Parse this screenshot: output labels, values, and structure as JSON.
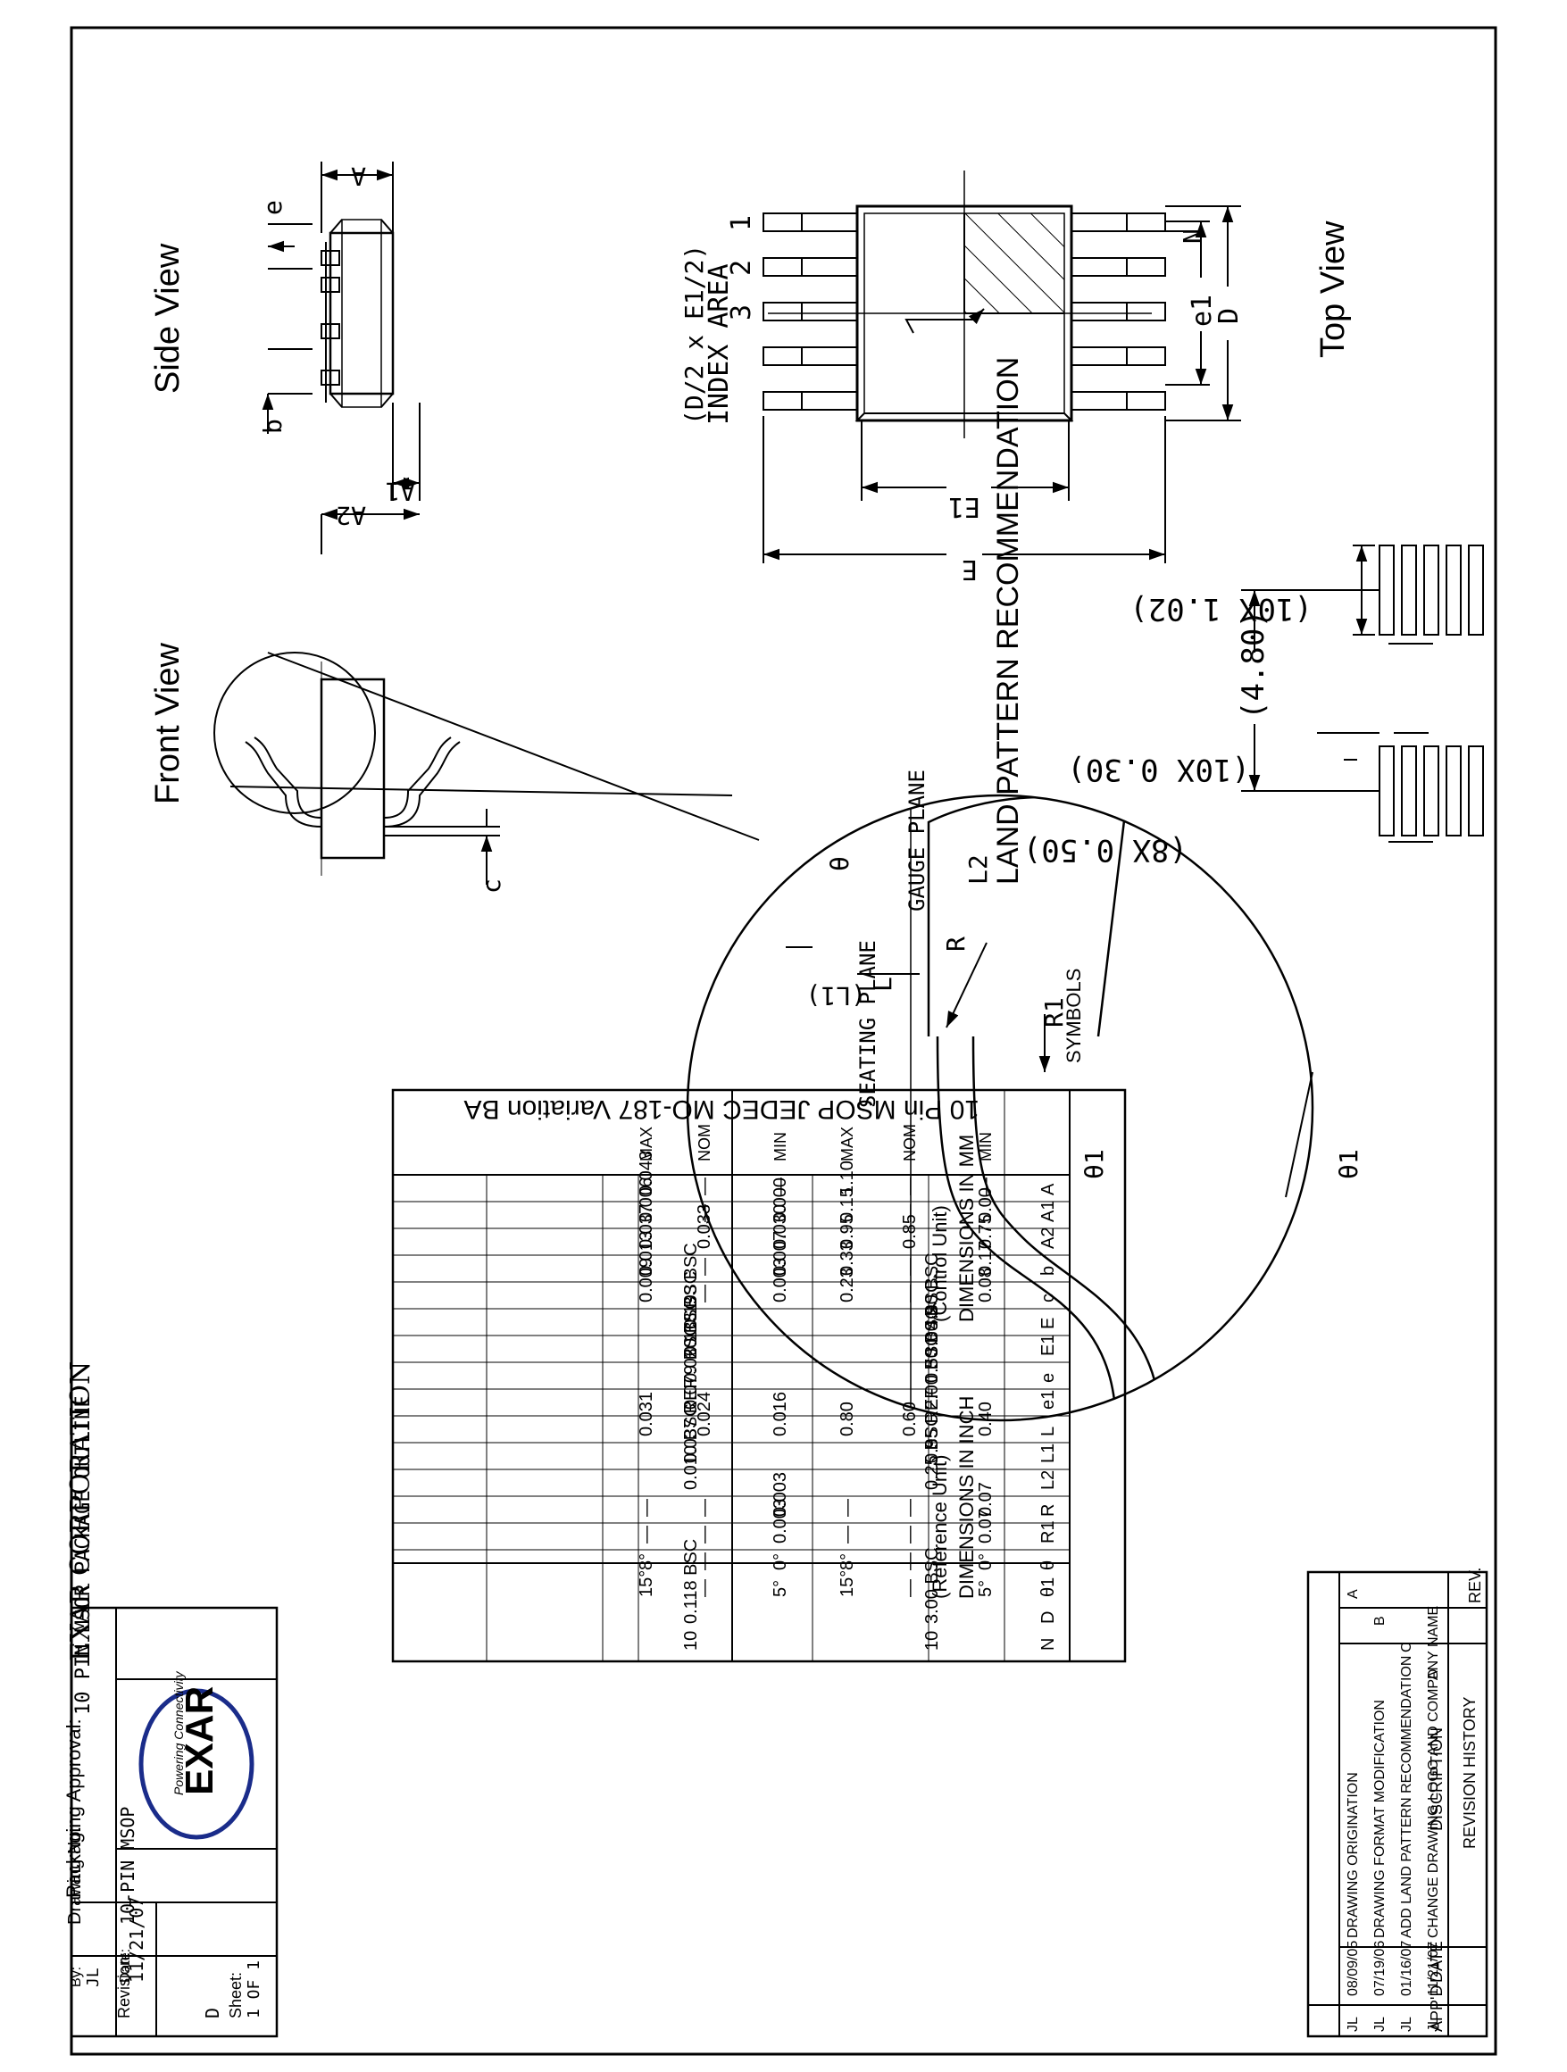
{
  "top_view": {
    "title": "Top View",
    "labels": {
      "N": "N",
      "D": "D",
      "e1": "e1",
      "E1": "E1",
      "E": "E"
    },
    "pins": [
      "1",
      "2",
      "3"
    ],
    "index_area": "INDEX AREA",
    "index_area_dims": "(D/2 x E1/2)"
  },
  "side_view": {
    "title": "Side View",
    "labels": {
      "A": "A",
      "e": "e",
      "b": "b",
      "A1": "A1",
      "A2": "A2"
    }
  },
  "land_pattern": {
    "title": "LAND PATTERN RECOMMENDATION",
    "pad_length": "(10X 1.02)",
    "pad_width": "(10X 0.30)",
    "pitch": "(8X 0.50)",
    "span": "(4.80)"
  },
  "front_view": {
    "title": "Front View",
    "labels": {
      "c": "c",
      "theta": "θ",
      "L2": "L2",
      "R": "R",
      "R1": "R1",
      "L": "L",
      "L1": "(L1)",
      "theta1": "θ1"
    },
    "gauge_plane": "GAUGE PLANE",
    "seating_plane": "SEATING PLANE"
  },
  "dim_table": {
    "title": "10 Pin MSOP JEDEC MO-187 Variation BA",
    "symbols_header": "SYMBOLS",
    "mm_header": "DIMENSIONS IN MM",
    "mm_subheader": "(Control Unit)",
    "inch_header": "DIMENSIONS IN INCH",
    "inch_subheader": "(Reference Unit)",
    "col_headers": [
      "MIN",
      "NOM",
      "MAX",
      "MIN",
      "NOM",
      "MAX"
    ],
    "rows": [
      {
        "sym": "A",
        "mm": [
          "—",
          "—",
          "1.10"
        ],
        "inch": [
          "—",
          "—",
          "0.043"
        ]
      },
      {
        "sym": "A1",
        "mm": [
          "0.00",
          "—",
          "0.15"
        ],
        "inch": [
          "0.000",
          "—",
          "0.006"
        ]
      },
      {
        "sym": "A2",
        "mm": [
          "0.75",
          "0.85",
          "0.95"
        ],
        "inch": [
          "0.030",
          "0.033",
          "0.037"
        ]
      },
      {
        "sym": "b",
        "mm": [
          "0.17",
          "—",
          "0.33"
        ],
        "inch": [
          "0.007",
          "—",
          "0.013"
        ]
      },
      {
        "sym": "c",
        "mm": [
          "0.08",
          "—",
          "0.23"
        ],
        "inch": [
          "0.003",
          "—",
          "0.009"
        ]
      },
      {
        "sym": "E",
        "mm_span": "4.90 BSC",
        "inch_span": "0.193 BSC"
      },
      {
        "sym": "E1",
        "mm_span": "3.00 BSC",
        "inch_span": "0.118 BSC"
      },
      {
        "sym": "e",
        "mm_span": "0.50 BSC",
        "inch_span": "0.020 BSC"
      },
      {
        "sym": "e1",
        "mm_span": "2.00 BSC",
        "inch_span": "0.079 BSC"
      },
      {
        "sym": "L",
        "mm": [
          "0.40",
          "0.60",
          "0.80"
        ],
        "inch": [
          "0.016",
          "0.024",
          "0.031"
        ]
      },
      {
        "sym": "L1",
        "mm_span": "0.95 REF",
        "inch_span": "0.037 REF"
      },
      {
        "sym": "L2",
        "mm_span": "0.25 BSC",
        "inch_span": "0.010 BSC"
      },
      {
        "sym": "R",
        "mm": [
          "0.07",
          "—",
          "—"
        ],
        "inch": [
          "0.003",
          "—",
          "—"
        ]
      },
      {
        "sym": "R1",
        "mm": [
          "0.07",
          "—",
          "—"
        ],
        "inch": [
          "0.003",
          "—",
          "—"
        ]
      },
      {
        "sym": "θ",
        "mm": [
          "0°",
          "—",
          "8°"
        ],
        "inch": [
          "0°",
          "—",
          "8°"
        ]
      },
      {
        "sym": "θ1",
        "mm": [
          "5°",
          "—",
          "15°"
        ],
        "inch": [
          "5°",
          "—",
          "15°"
        ]
      },
      {
        "sym": "D",
        "mm_span": "3.00 BSC",
        "inch_span": "0.118 BSC"
      },
      {
        "sym": "N",
        "mm_span": "10",
        "inch_span": "10"
      }
    ]
  },
  "revision_history": {
    "title": "REVISION HISTORY",
    "headers": [
      "REV.",
      "DISCRIPTION",
      "DATE",
      "APP'D"
    ],
    "rows": [
      {
        "rev": "A",
        "desc": "DRAWING ORIGINATION",
        "date": "08/09/05",
        "appd": "JL"
      },
      {
        "rev": "B",
        "desc": "DRAWING FORMAT MODIFICATION",
        "date": "07/19/06",
        "appd": "JL"
      },
      {
        "rev": "C",
        "desc": "ADD LAND PATTERN RECOMMENDATION",
        "date": "01/16/07",
        "appd": "JL"
      },
      {
        "rev": "D",
        "desc": "CHANGE DRAWING LOGO AND COMPANY NAME",
        "date": "11/21/07",
        "appd": "JL"
      }
    ]
  },
  "title_block": {
    "logo_text": "EXAR",
    "logo_tagline": "Powering Connectivity",
    "company": "EXAR CORPORATION",
    "drawing_title": "10 PIN MSOP PACKAGE OUTLINE",
    "packaging_approval_label": "Packaging Approval:",
    "drawing_no_label": "Drawing No:",
    "drawing_no": "10-PIN MSOP",
    "by_label": "By:",
    "by": "JL",
    "date_label": "Date:",
    "date": "11/21/07",
    "revision_label": "Revision:",
    "revision": "D",
    "sheet_label": "Sheet:",
    "sheet": "1 OF 1"
  }
}
